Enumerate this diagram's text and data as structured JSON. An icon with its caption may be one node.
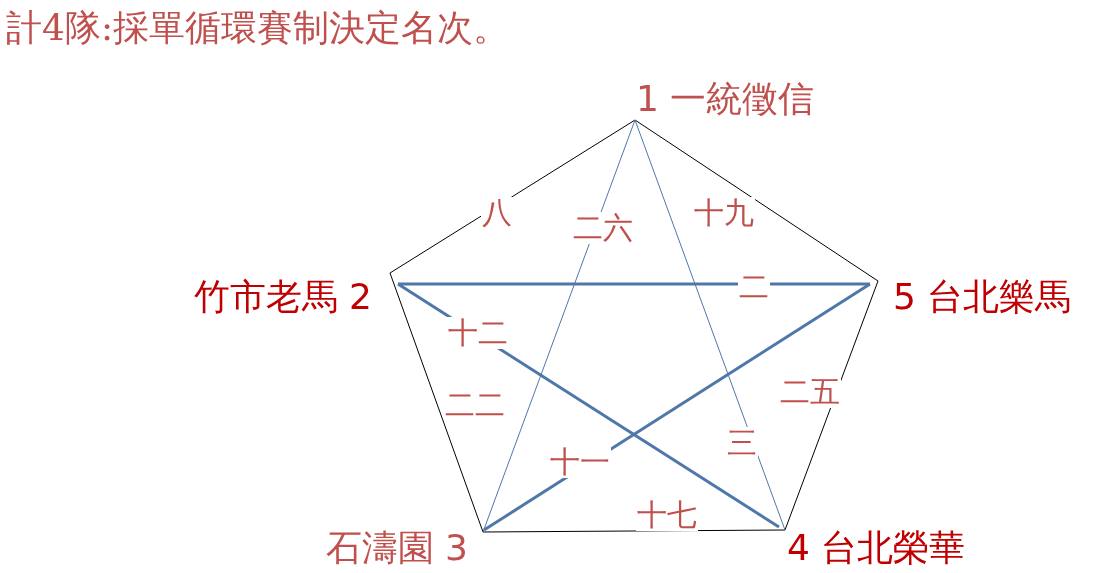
{
  "diagram": {
    "title": "計4隊:採單循環賽制決定名次。",
    "nodes": [
      {
        "text": [
          "1 一統徵信"
        ]
      },
      {
        "text": [
          "竹市老馬 2"
        ]
      },
      {
        "text": [
          "5 台北樂馬"
        ]
      },
      {
        "text": [
          "石濤園 3"
        ]
      },
      {
        "text": [
          "4 台北榮華"
        ]
      }
    ],
    "edges": [
      {
        "from": 0,
        "to": 1,
        "arrow": "none",
        "label": "八"
      },
      {
        "from": 0,
        "to": 2,
        "arrow": "none",
        "label": "十九"
      },
      {
        "from": 1,
        "to": 3,
        "arrow": "none",
        "label": "二二"
      },
      {
        "from": 2,
        "to": 4,
        "arrow": "none",
        "label": "二五"
      },
      {
        "from": 3,
        "to": 4,
        "arrow": "none",
        "label": "十七"
      },
      {
        "from": 0,
        "to": 3,
        "arrow": "none",
        "label": "二六",
        "color": "#4f77aa"
      },
      {
        "from": 0,
        "to": 4,
        "arrow": "none",
        "label": "三",
        "color": "#4f77aa"
      },
      {
        "from": 1,
        "to": 2,
        "arrow": "none",
        "label": "二",
        "color": "#4f77aa",
        "style": "thick"
      },
      {
        "from": 1,
        "to": 4,
        "arrow": "none",
        "label": "十二",
        "color": "#4f77aa",
        "style": "thick"
      },
      {
        "from": 3,
        "to": 2,
        "arrow": "none",
        "label": "十一",
        "color": "#4f77aa",
        "style": "thick"
      }
    ]
  }
}
